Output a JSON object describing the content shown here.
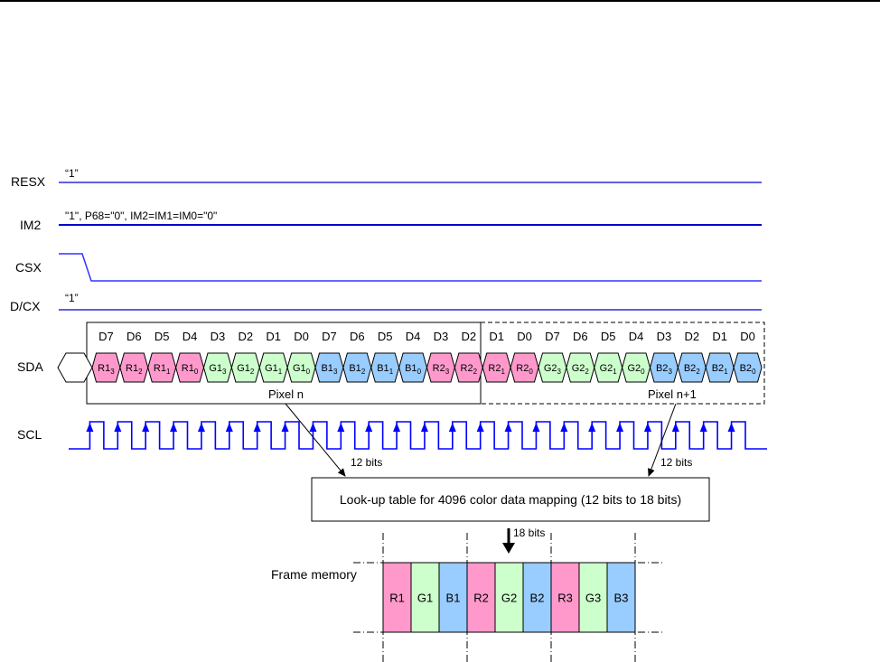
{
  "signals": {
    "resx": {
      "name": "RESX",
      "note": "“1”"
    },
    "im2": {
      "name": "IM2",
      "note": "\"1\", P68=\"0\", IM2=IM1=IM0=\"0\""
    },
    "csx": {
      "name": "CSX"
    },
    "dcx": {
      "name": "D/CX",
      "note": "“1”"
    },
    "sda": {
      "name": "SDA"
    },
    "scl": {
      "name": "SCL"
    }
  },
  "sda_bits": [
    {
      "bit": "D7",
      "base": "R1",
      "sub": "3",
      "color": "red"
    },
    {
      "bit": "D6",
      "base": "R1",
      "sub": "2",
      "color": "red"
    },
    {
      "bit": "D5",
      "base": "R1",
      "sub": "1",
      "color": "red"
    },
    {
      "bit": "D4",
      "base": "R1",
      "sub": "0",
      "color": "red"
    },
    {
      "bit": "D3",
      "base": "G1",
      "sub": "3",
      "color": "green"
    },
    {
      "bit": "D2",
      "base": "G1",
      "sub": "2",
      "color": "green"
    },
    {
      "bit": "D1",
      "base": "G1",
      "sub": "1",
      "color": "green"
    },
    {
      "bit": "D0",
      "base": "G1",
      "sub": "0",
      "color": "green"
    },
    {
      "bit": "D7",
      "base": "B1",
      "sub": "3",
      "color": "blue"
    },
    {
      "bit": "D6",
      "base": "B1",
      "sub": "2",
      "color": "blue"
    },
    {
      "bit": "D5",
      "base": "B1",
      "sub": "1",
      "color": "blue"
    },
    {
      "bit": "D4",
      "base": "B1",
      "sub": "0",
      "color": "blue"
    },
    {
      "bit": "D3",
      "base": "R2",
      "sub": "3",
      "color": "red"
    },
    {
      "bit": "D2",
      "base": "R2",
      "sub": "2",
      "color": "red"
    },
    {
      "bit": "D1",
      "base": "R2",
      "sub": "1",
      "color": "red"
    },
    {
      "bit": "D0",
      "base": "R2",
      "sub": "0",
      "color": "red"
    },
    {
      "bit": "D7",
      "base": "G2",
      "sub": "3",
      "color": "green"
    },
    {
      "bit": "D6",
      "base": "G2",
      "sub": "2",
      "color": "green"
    },
    {
      "bit": "D5",
      "base": "G2",
      "sub": "1",
      "color": "green"
    },
    {
      "bit": "D4",
      "base": "G2",
      "sub": "0",
      "color": "green"
    },
    {
      "bit": "D3",
      "base": "B2",
      "sub": "3",
      "color": "blue"
    },
    {
      "bit": "D2",
      "base": "B2",
      "sub": "2",
      "color": "blue"
    },
    {
      "bit": "D1",
      "base": "B2",
      "sub": "1",
      "color": "blue"
    },
    {
      "bit": "D0",
      "base": "B2",
      "sub": "0",
      "color": "blue"
    }
  ],
  "pixel_groups": {
    "pixel_n": "Pixel n",
    "pixel_n1": "Pixel n+1"
  },
  "arrows": {
    "left_bits": "12 bits",
    "right_bits": "12 bits",
    "down_bits": "18 bits"
  },
  "lut": {
    "label": "Look-up table for 4096 color data mapping (12 bits to 18 bits)"
  },
  "frame_memory": {
    "label": "Frame memory",
    "cells": [
      {
        "label": "R1",
        "color": "red"
      },
      {
        "label": "G1",
        "color": "green"
      },
      {
        "label": "B1",
        "color": "blue"
      },
      {
        "label": "R2",
        "color": "red"
      },
      {
        "label": "G2",
        "color": "green"
      },
      {
        "label": "B2",
        "color": "blue"
      },
      {
        "label": "R3",
        "color": "red"
      },
      {
        "label": "G3",
        "color": "green"
      },
      {
        "label": "B3",
        "color": "blue"
      }
    ]
  },
  "colors": {
    "red": "#ff99cc",
    "green": "#ccffcc",
    "blue": "#99ccff",
    "signal": "#0000cc",
    "signal_bold": "#0000ff"
  }
}
